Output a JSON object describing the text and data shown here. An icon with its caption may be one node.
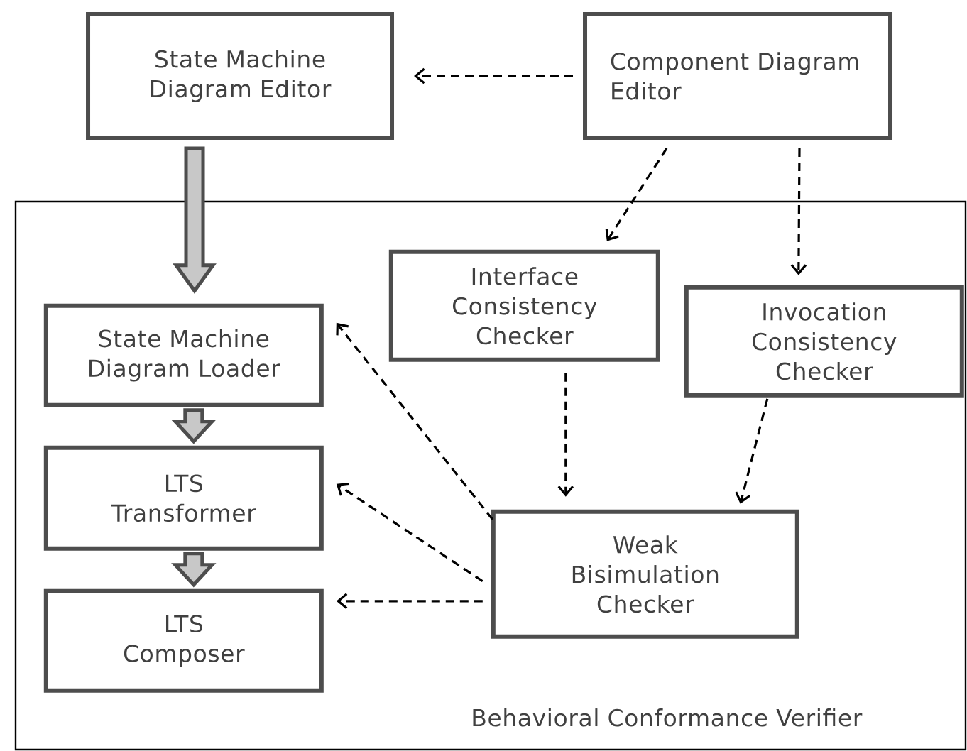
{
  "diagram": {
    "nodes": [
      {
        "text": [
          "State Machine Diagram Editor"
        ]
      },
      {
        "text": [
          "Component Diagram Editor"
        ]
      },
      {
        "text": [
          "Behavioral Conformance Verifier"
        ]
      },
      {
        "text": [
          "Interface Consistency Checker"
        ],
        "in": 2
      },
      {
        "text": [
          "Invocation Consistency Checker"
        ],
        "in": 2
      },
      {
        "text": [
          "State Machine Diagram Loader"
        ],
        "in": 2
      },
      {
        "text": [
          "LTS Transformer"
        ],
        "in": 2
      },
      {
        "text": [
          "LTS Composer"
        ],
        "in": 2
      },
      {
        "text": [
          "Weak Bisimulation Checker"
        ],
        "in": 2
      }
    ],
    "edges": [
      {
        "from": 1,
        "to": 0,
        "arrow": "to",
        "style": "dashed"
      },
      {
        "from": 0,
        "to": 5,
        "arrow": "to",
        "style": "thick"
      },
      {
        "from": 1,
        "to": 3,
        "arrow": "to",
        "style": "dashed"
      },
      {
        "from": 1,
        "to": 4,
        "arrow": "to",
        "style": "dashed"
      },
      {
        "from": 3,
        "to": 8,
        "arrow": "to",
        "style": "dashed"
      },
      {
        "from": 4,
        "to": 8,
        "arrow": "to",
        "style": "dashed"
      },
      {
        "from": 8,
        "to": 5,
        "arrow": "to",
        "style": "dashed"
      },
      {
        "from": 8,
        "to": 6,
        "arrow": "to",
        "style": "dashed"
      },
      {
        "from": 8,
        "to": 7,
        "arrow": "to",
        "style": "dashed"
      },
      {
        "from": 5,
        "to": 6,
        "arrow": "to",
        "style": "thick"
      },
      {
        "from": 6,
        "to": 7,
        "arrow": "to",
        "style": "thick"
      }
    ]
  }
}
